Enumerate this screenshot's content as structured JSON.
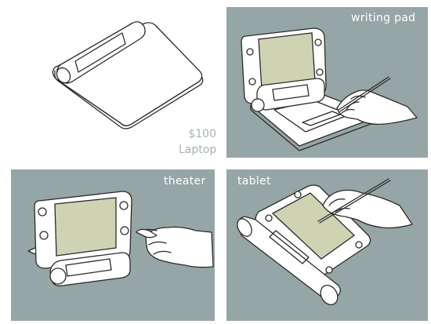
{
  "panels": {
    "laptop": {
      "price": "$100",
      "label": "Laptop"
    },
    "writing_pad": {
      "label": "writing pad"
    },
    "theater": {
      "label": "theater"
    },
    "tablet": {
      "label": "tablet"
    }
  },
  "colors": {
    "panel_bg": "#96a5a5",
    "screen": "#cfd3b4",
    "caption": "#a8b2b2",
    "label": "#ffffff"
  }
}
